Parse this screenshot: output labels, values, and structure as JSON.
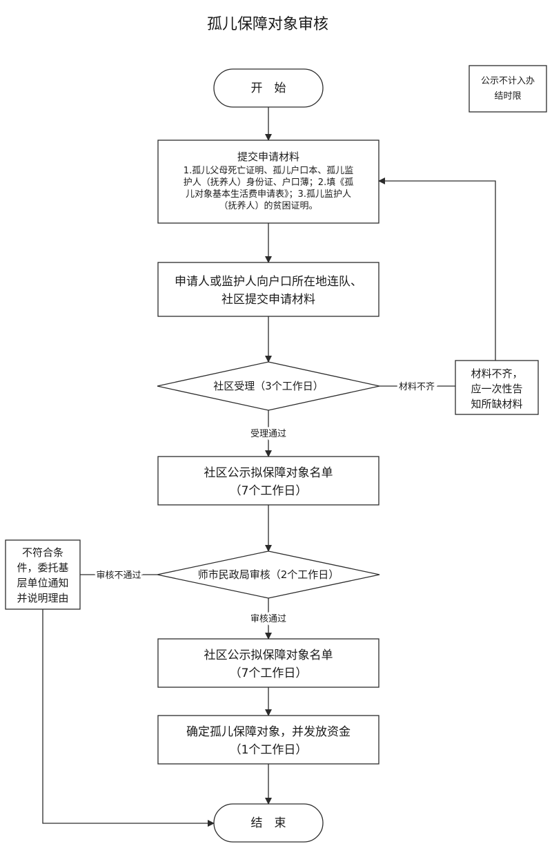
{
  "title": "孤儿保障对象审核",
  "note": [
    "公示不计入办",
    "结时限"
  ],
  "start": "开　始",
  "end": "结　束",
  "step1": {
    "heading": "提交申请材料",
    "lines": [
      "1.孤儿父母死亡证明、孤儿户口本、孤儿监",
      "护人（抚养人）身份证、户口薄；2.填《孤",
      "儿对象基本生活费申请表》；3.孤儿监护人",
      "（抚养人）的贫困证明。"
    ]
  },
  "step2": [
    "申请人或监护人向户口所在地连队、",
    "社区提交申请材料"
  ],
  "decision1": "社区受理（3个工作日）",
  "reject1_label": "材料不齐",
  "reject1_box": [
    "材料不齐，",
    "应一次性告",
    "知所缺材料"
  ],
  "pass1_label": "受理通过",
  "step3": [
    "社区公示拟保障对象名单",
    "（7个工作日）"
  ],
  "decision2": "师市民政局审核（2个工作日）",
  "reject2_label": "审核不通过",
  "reject2_box": [
    "不符合条",
    "件，委托基",
    "层单位通知",
    "并说明理由"
  ],
  "pass2_label": "审核通过",
  "step4": [
    "社区公示拟保障对象名单",
    "（7个工作日）"
  ],
  "step5": [
    "确定孤儿保障对象，并发放资金",
    "（1个工作日）"
  ]
}
